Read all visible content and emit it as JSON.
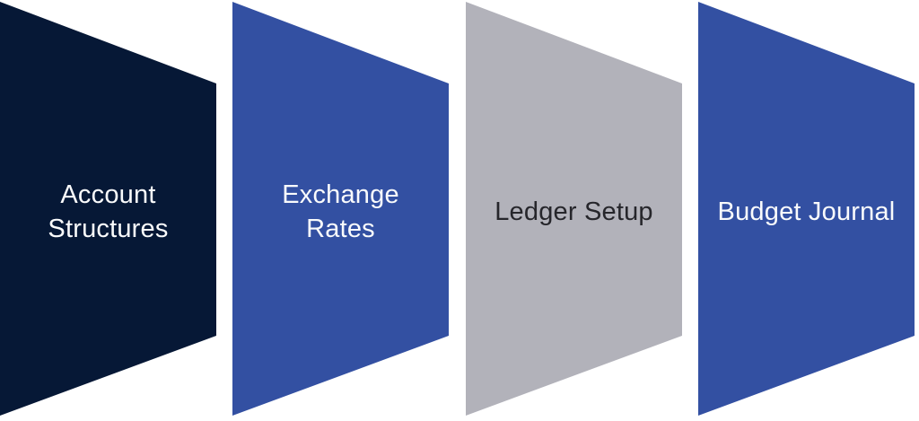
{
  "diagram": {
    "type": "process-flow",
    "background": "#ffffff",
    "steps": [
      {
        "id": "account-structures",
        "label": "Account\nStructures",
        "fill": "#061836",
        "text_color": "#fafbfc"
      },
      {
        "id": "exchange-rates",
        "label": "Exchange\nRates",
        "fill": "#3350a2",
        "text_color": "#fafbfc"
      },
      {
        "id": "ledger-setup",
        "label": "Ledger Setup",
        "fill": "#b2b2ba",
        "text_color": "#26262b"
      },
      {
        "id": "budget-journal",
        "label": "Budget Journal",
        "fill": "#3350a2",
        "text_color": "#fafbfc"
      }
    ]
  }
}
